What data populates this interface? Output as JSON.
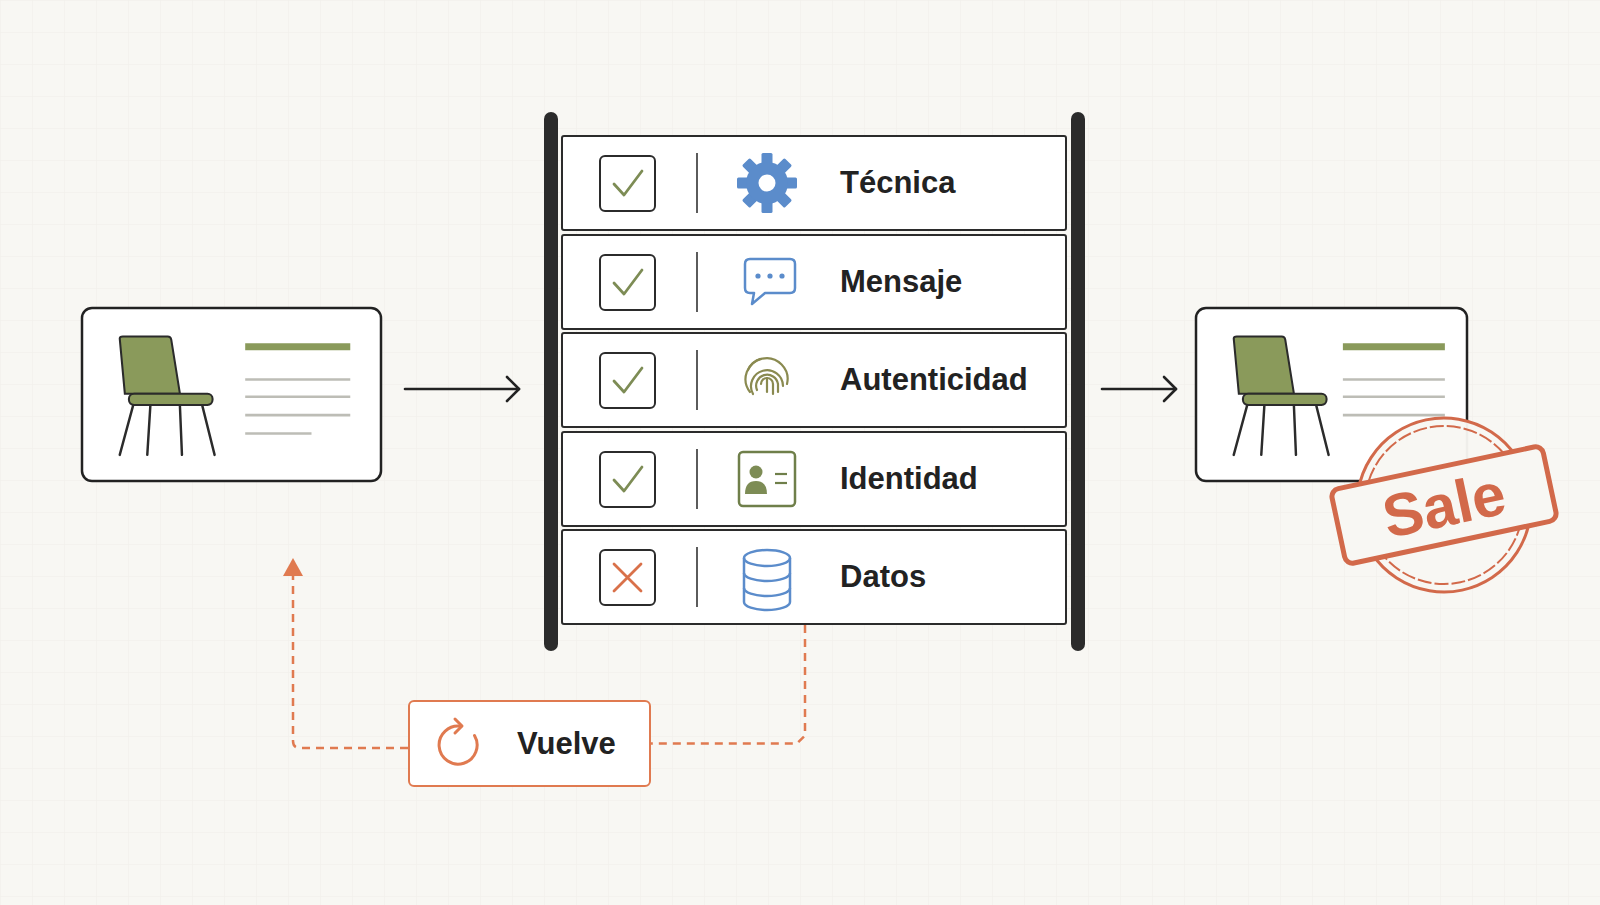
{
  "diagram": {
    "nodes": [
      {
        "text": [
          "Técnica"
        ]
      },
      {
        "text": [
          "Mensaje"
        ]
      },
      {
        "text": [
          "Autenticidad"
        ]
      },
      {
        "text": [
          "Identidad"
        ]
      },
      {
        "text": [
          "Datos"
        ]
      },
      {
        "text": [
          "Vuelve"
        ]
      },
      {
        "text": [
          "Sale"
        ]
      }
    ],
    "edges": [
      {
        "from": 4,
        "to": 5,
        "arrow": "none"
      }
    ]
  }
}
